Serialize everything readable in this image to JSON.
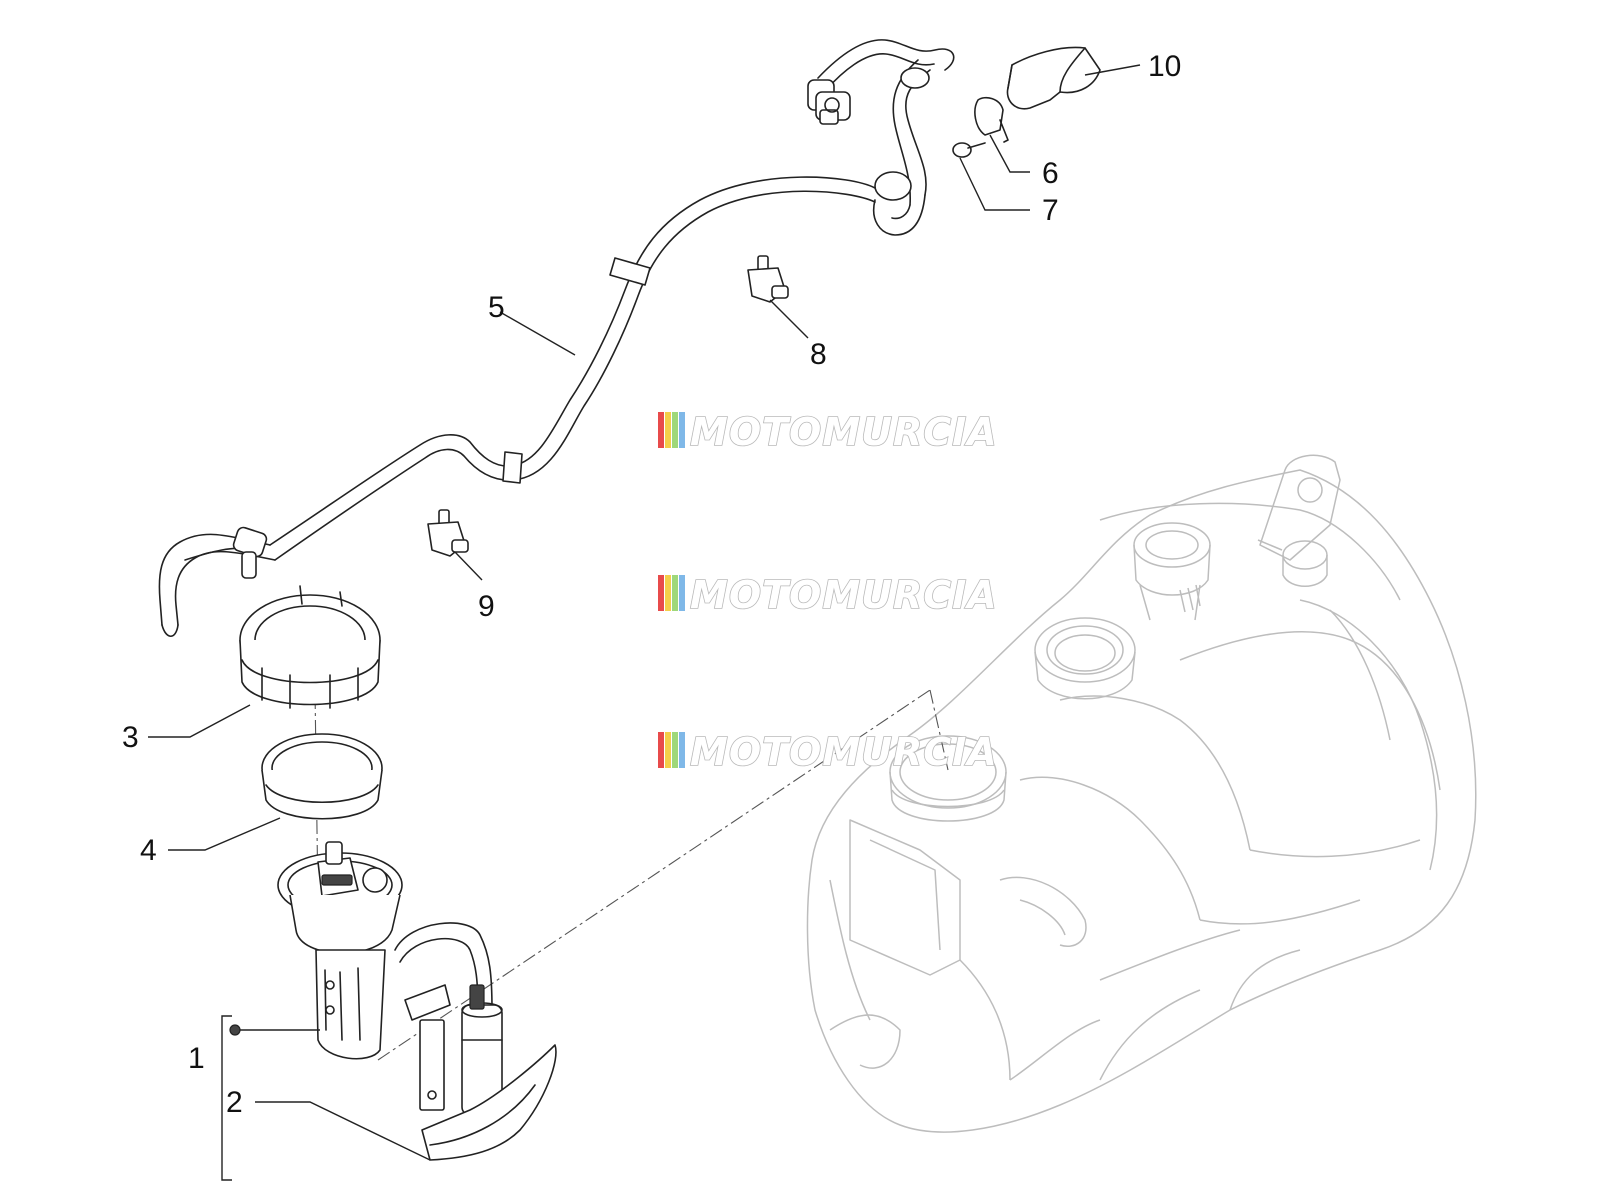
{
  "callouts": {
    "c1": "1",
    "c2": "2",
    "c3": "3",
    "c4": "4",
    "c5": "5",
    "c6": "6",
    "c7": "7",
    "c8": "8",
    "c9": "9",
    "c10": "10"
  },
  "watermark": {
    "text": "MOTOMURCIA",
    "stripe_colors": [
      "#e84b4b",
      "#f4cf4a",
      "#9fd87a",
      "#7fb8e8"
    ]
  },
  "colors": {
    "line_art": "#222222",
    "tank_outline": "#bdbdbd"
  }
}
